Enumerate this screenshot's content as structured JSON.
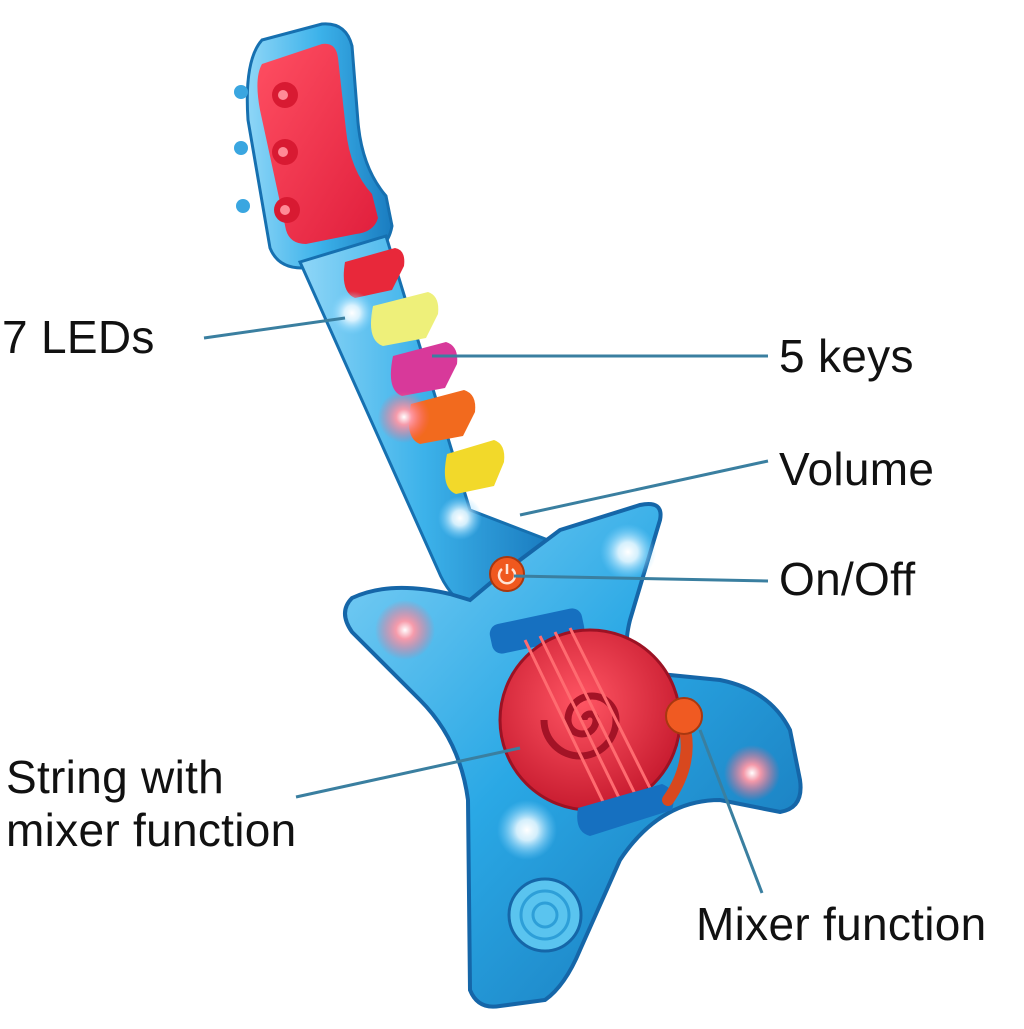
{
  "labels": {
    "leds": "7 LEDs",
    "keys": "5 keys",
    "volume": "Volume",
    "on_off": "On/Off",
    "string_line1": "String with",
    "string_line2": "mixer function",
    "mixer": "Mixer function"
  },
  "colors": {
    "body_blue": "#29a9e6",
    "body_dark": "#1578b8",
    "headstock_red": "#ef2a4a",
    "disc_red": "#e0243a",
    "key_colors": [
      "#e8283a",
      "#eef07a",
      "#d8399a",
      "#f26a1e",
      "#f2d92a"
    ],
    "led_blue_glow": "#e8f8ff",
    "led_red_glow": "#ff6b7e",
    "leader_line": "#3a7fa0",
    "label_text": "#111111"
  },
  "icons": [
    "power-icon",
    "spiral-icon",
    "speaker-grille-icon"
  ]
}
